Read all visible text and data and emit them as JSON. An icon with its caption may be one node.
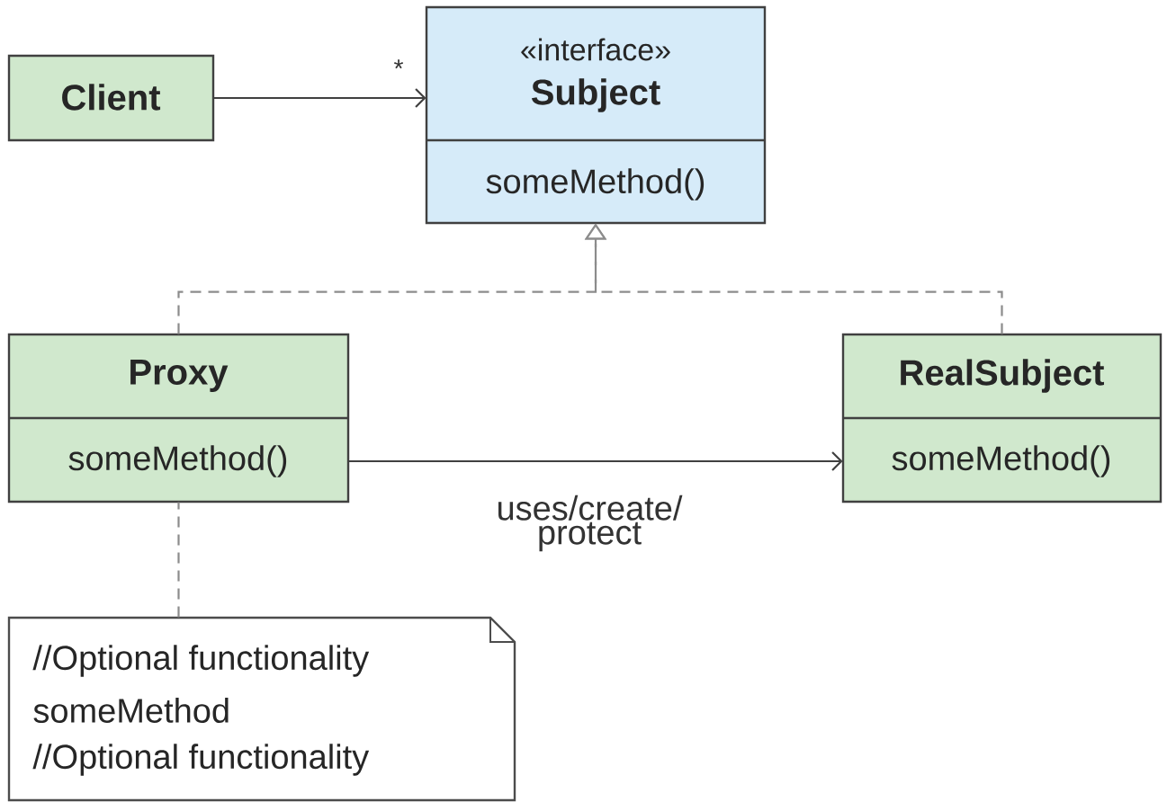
{
  "diagram": {
    "nodes": [
      {
        "text": [
          "Client"
        ]
      },
      {
        "text": [
          "«interface»",
          "Subject",
          "someMethod()"
        ]
      },
      {
        "text": [
          "Proxy",
          "someMethod()"
        ]
      },
      {
        "text": [
          "RealSubject",
          "someMethod()"
        ]
      },
      {
        "text": [
          "//Optional functionality",
          "someMethod",
          "//Optional functionality"
        ]
      }
    ],
    "edges": [
      {
        "from": 0,
        "to": 1,
        "arrow": "to",
        "label": "*"
      },
      {
        "from": 2,
        "to": 1,
        "arrow": "to",
        "style": "dashed"
      },
      {
        "from": 3,
        "to": 1,
        "arrow": "to",
        "style": "dashed"
      },
      {
        "from": 2,
        "to": 3,
        "arrow": "to",
        "label": "uses/create/ protect"
      },
      {
        "from": 4,
        "to": 2,
        "arrow": "none",
        "style": "dashed"
      }
    ]
  }
}
